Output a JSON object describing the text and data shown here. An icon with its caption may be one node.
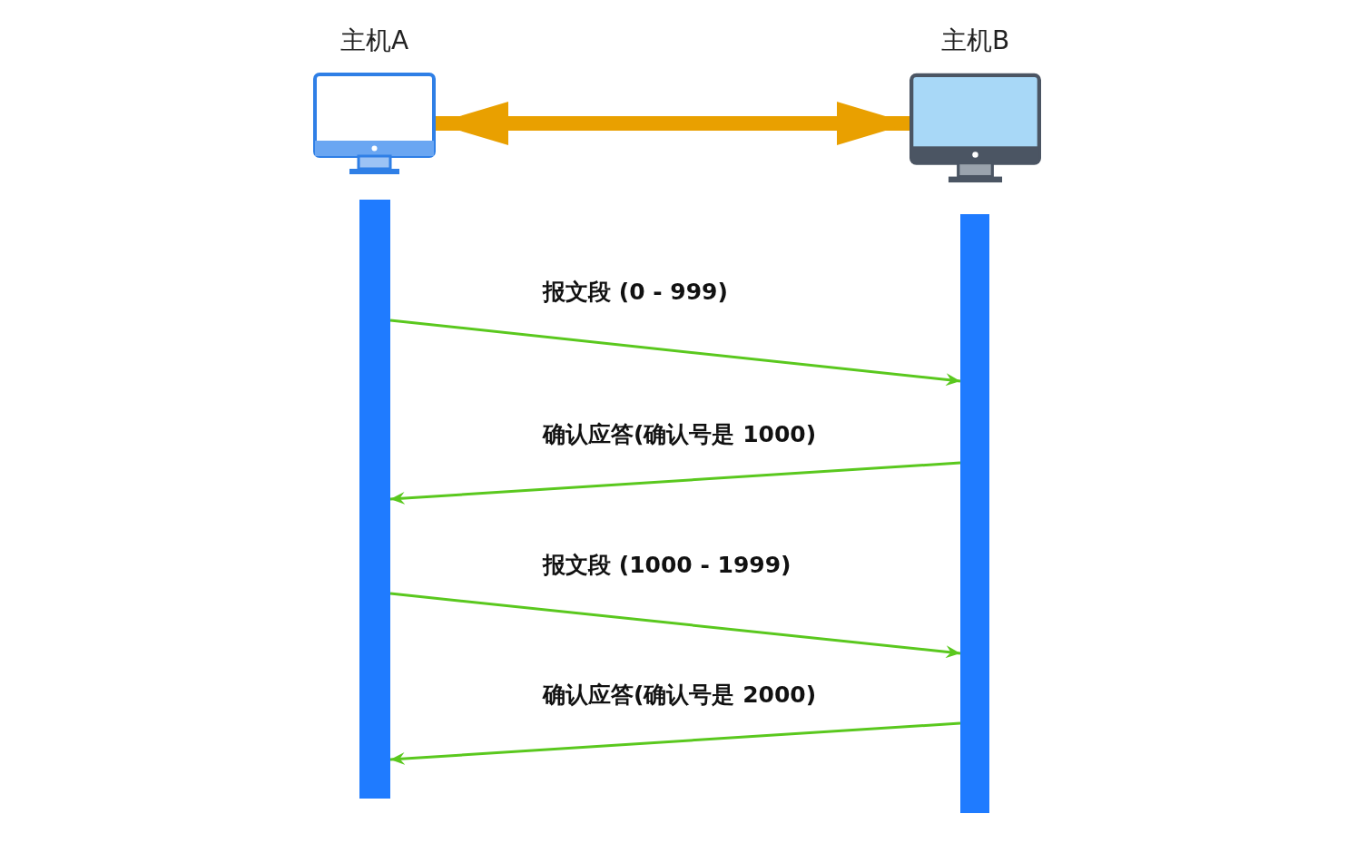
{
  "diagram": {
    "nodes": [
      {
        "text": [
          "主机A"
        ]
      },
      {
        "text": [
          "主机B"
        ]
      },
      {
        "text": [],
        "shape": "bar"
      },
      {
        "text": [],
        "shape": "bar"
      }
    ],
    "edges": [
      {
        "from": 0,
        "to": 1,
        "arrow": "both",
        "style": "thick",
        "color": "#e9a000"
      },
      {
        "from": 2,
        "to": 3,
        "arrow": "to",
        "label": "报文段 (0 - 999)"
      },
      {
        "from": 3,
        "to": 2,
        "arrow": "to",
        "label": "确认应答(确认号是 1000)"
      },
      {
        "from": 2,
        "to": 3,
        "arrow": "to",
        "label": "报文段 (1000 - 1999)"
      },
      {
        "from": 3,
        "to": 2,
        "arrow": "to",
        "label": "确认应答(确认号是 2000)"
      }
    ]
  }
}
